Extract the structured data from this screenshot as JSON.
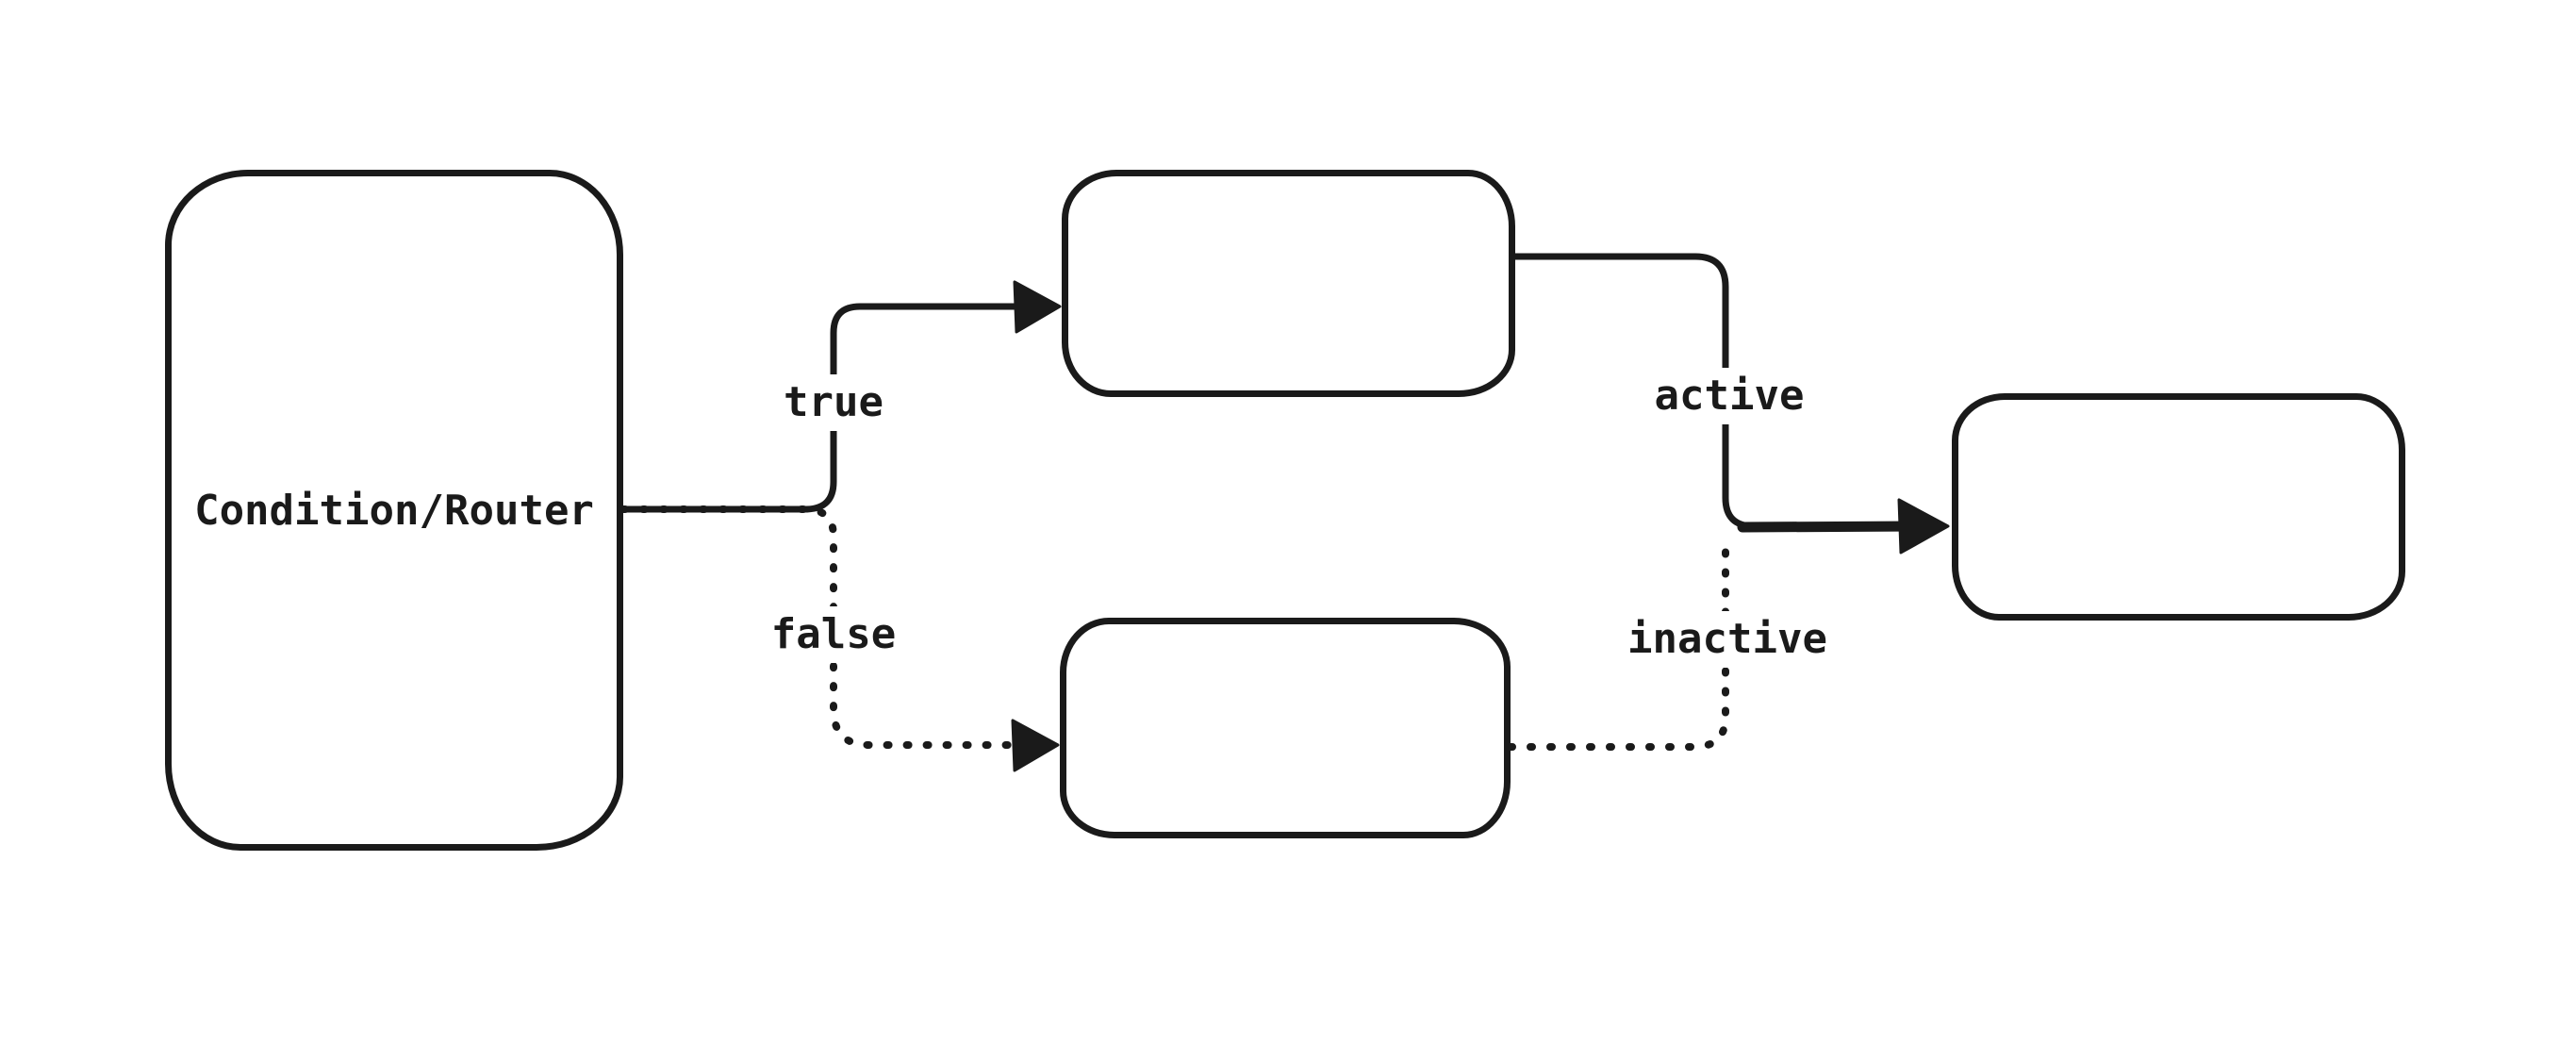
{
  "diagram": {
    "background_color": "#ffffff",
    "stroke_color": "#1a1a1a",
    "nodes": {
      "condition": {
        "label": "Condition/Router"
      },
      "true_target": {
        "label": ""
      },
      "false_target": {
        "label": ""
      },
      "final": {
        "label": ""
      }
    },
    "edge_labels": {
      "true_branch": "true",
      "false_branch": "false",
      "active_branch": "active",
      "inactive_branch": "inactive"
    }
  }
}
